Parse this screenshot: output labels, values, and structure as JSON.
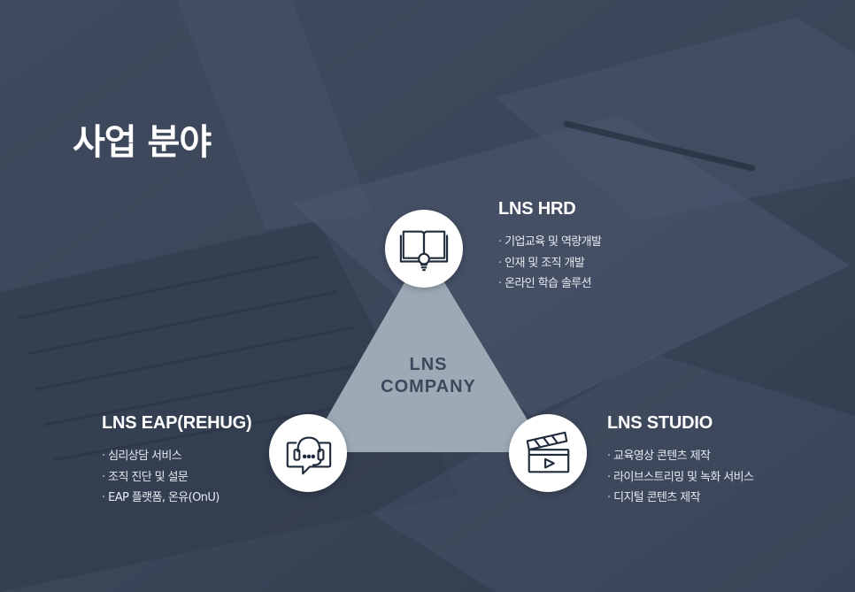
{
  "page": {
    "title": "사업 분야"
  },
  "center": {
    "line1": "LNS",
    "line2": "COMPANY"
  },
  "areas": [
    {
      "name": "LNS HRD",
      "icon": "book-lightbulb-icon",
      "items": [
        "기업교육 및 역량개발",
        "인재 및 조직 개발",
        "온라인 학습 솔루션"
      ]
    },
    {
      "name": "LNS EAP(REHUG)",
      "icon": "headset-chat-icon",
      "items": [
        "심리상담 서비스",
        "조직 진단 및 설문",
        "EAP 플랫폼, 온유(OnU)"
      ]
    },
    {
      "name": "LNS STUDIO",
      "icon": "clapperboard-icon",
      "items": [
        "교육영상 콘텐츠 제작",
        "라이브스트리밍 및 녹화 서비스",
        "디지털 콘텐츠 제작"
      ]
    }
  ],
  "colors": {
    "background": "#3a4558",
    "triangle": "#9daab6",
    "icon_stroke": "#1f2b3d",
    "text": "#ffffff"
  }
}
